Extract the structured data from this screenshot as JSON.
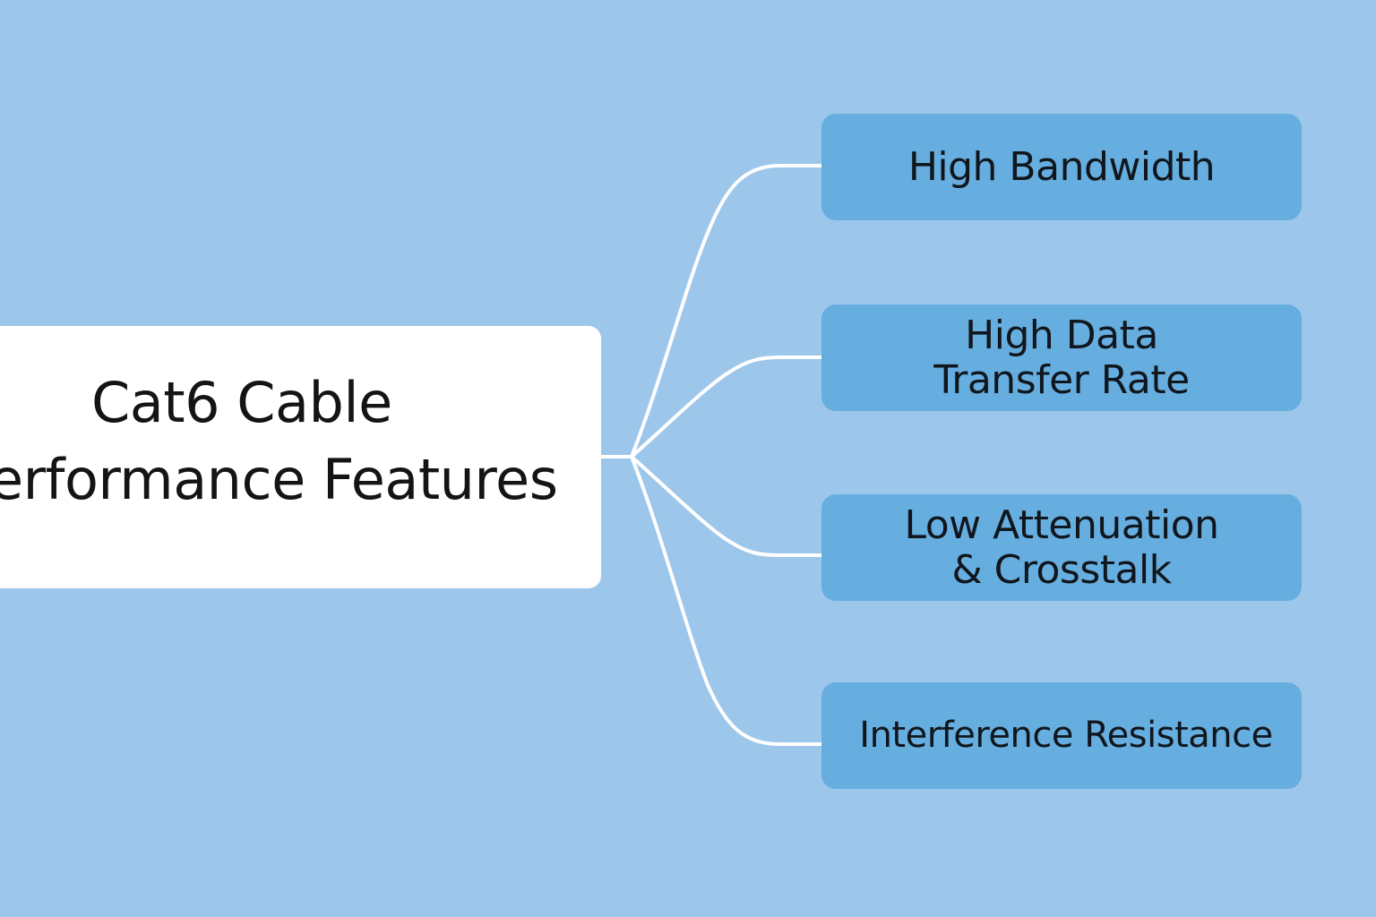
{
  "diagram": {
    "colors": {
      "background": "#9dc6eb",
      "central_node": "#ffffff",
      "feature_node": "#66aee0",
      "connector": "#ffffff",
      "text": "#141414"
    },
    "central": {
      "line1": "Cat6 Cable",
      "line2": "erformance Features"
    },
    "features": [
      {
        "line1": "High Bandwidth",
        "line2": ""
      },
      {
        "line1": "High Data",
        "line2": "Transfer Rate"
      },
      {
        "line1": "Low Attenuation",
        "line2": "& Crosstalk"
      },
      {
        "line1": "Interference Resistance",
        "line2": ""
      }
    ]
  }
}
